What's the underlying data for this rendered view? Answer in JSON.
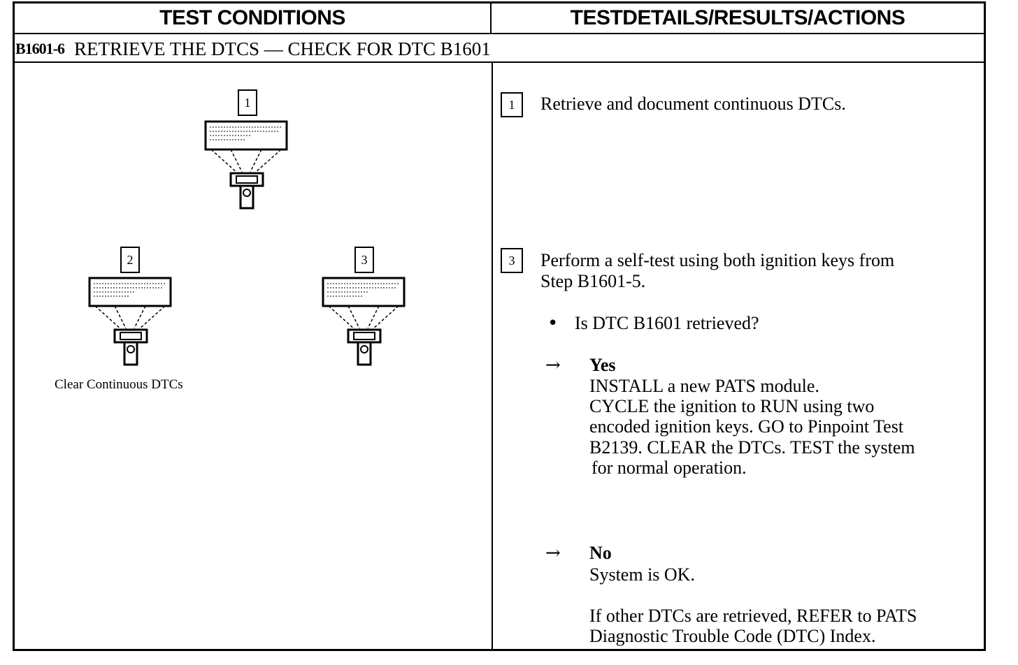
{
  "header": {
    "left": "TEST CONDITIONS",
    "right": "TESTDETAILS/RESULTS/ACTIONS"
  },
  "step": {
    "code": "B1601-6",
    "title": "RETRIEVE THE DTCS — CHECK FOR DTC B1601"
  },
  "conditions": {
    "diagrams": [
      {
        "number": "1"
      },
      {
        "number": "2"
      },
      {
        "number": "3"
      }
    ],
    "caption": "Clear Continuous DTCs"
  },
  "details": {
    "step1": {
      "number": "1",
      "text": "Retrieve and document continuous DTCs."
    },
    "step3": {
      "number": "3",
      "line1": "Perform a self-test using both ignition keys from",
      "line2": "Step B1601-5.",
      "bullet": "•",
      "question": "Is DTC B1601 retrieved?"
    },
    "yes": {
      "arrow": "→",
      "label": "Yes",
      "lines": [
        "INSTALL a new PATS module.",
        "CYCLE the ignition to RUN using two",
        "encoded ignition keys. GO to Pinpoint Test",
        "B2139. CLEAR  the DTCs. TEST the  system",
        "for normal  operation."
      ]
    },
    "no": {
      "arrow": "→",
      "label": "No",
      "line1": "System is OK.",
      "other1": "If other DTCs are retrieved, REFER to PATS",
      "other2": "Diagnostic Trouble Code (DTC) Index."
    }
  }
}
